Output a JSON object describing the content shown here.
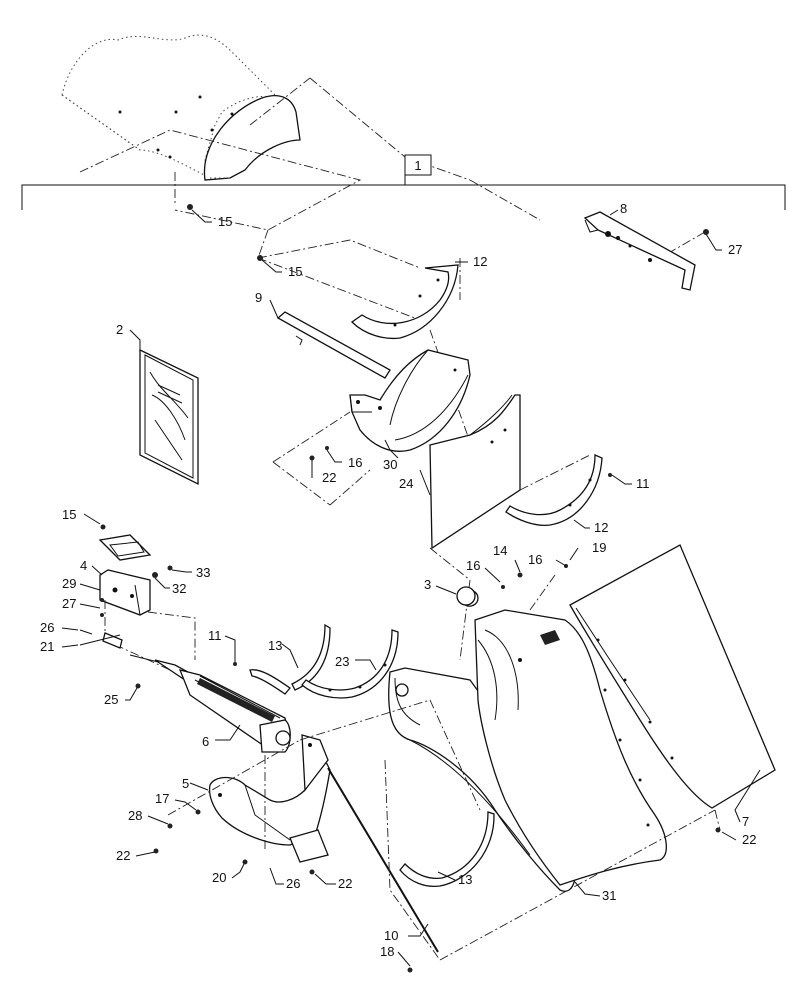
{
  "diagram": {
    "assembly_callout": "1",
    "callouts": [
      {
        "id": "c15a",
        "text": "15"
      },
      {
        "id": "c15b",
        "text": "15"
      },
      {
        "id": "c12a",
        "text": "12"
      },
      {
        "id": "c8",
        "text": "8"
      },
      {
        "id": "c27a",
        "text": "27"
      },
      {
        "id": "c9",
        "text": "9"
      },
      {
        "id": "c2",
        "text": "2"
      },
      {
        "id": "c16a",
        "text": "16"
      },
      {
        "id": "c22a",
        "text": "22"
      },
      {
        "id": "c30",
        "text": "30"
      },
      {
        "id": "c24",
        "text": "24"
      },
      {
        "id": "c11a",
        "text": "11"
      },
      {
        "id": "c12b",
        "text": "12"
      },
      {
        "id": "c15c",
        "text": "15"
      },
      {
        "id": "c4",
        "text": "4"
      },
      {
        "id": "c33",
        "text": "33"
      },
      {
        "id": "c29",
        "text": "29"
      },
      {
        "id": "c32",
        "text": "32"
      },
      {
        "id": "c27b",
        "text": "27"
      },
      {
        "id": "c26a",
        "text": "26"
      },
      {
        "id": "c21",
        "text": "21"
      },
      {
        "id": "c14",
        "text": "14"
      },
      {
        "id": "c16b",
        "text": "16"
      },
      {
        "id": "c16c",
        "text": "16"
      },
      {
        "id": "c19",
        "text": "19"
      },
      {
        "id": "c3",
        "text": "3"
      },
      {
        "id": "c11b",
        "text": "11"
      },
      {
        "id": "c13a",
        "text": "13"
      },
      {
        "id": "c23",
        "text": "23"
      },
      {
        "id": "c25",
        "text": "25"
      },
      {
        "id": "c6",
        "text": "6"
      },
      {
        "id": "c5",
        "text": "5"
      },
      {
        "id": "c17",
        "text": "17"
      },
      {
        "id": "c28",
        "text": "28"
      },
      {
        "id": "c22b",
        "text": "22"
      },
      {
        "id": "c20",
        "text": "20"
      },
      {
        "id": "c26b",
        "text": "26"
      },
      {
        "id": "c22c",
        "text": "22"
      },
      {
        "id": "c13b",
        "text": "13"
      },
      {
        "id": "c31",
        "text": "31"
      },
      {
        "id": "c10",
        "text": "10"
      },
      {
        "id": "c18",
        "text": "18"
      },
      {
        "id": "c7",
        "text": "7"
      },
      {
        "id": "c22d",
        "text": "22"
      }
    ]
  }
}
